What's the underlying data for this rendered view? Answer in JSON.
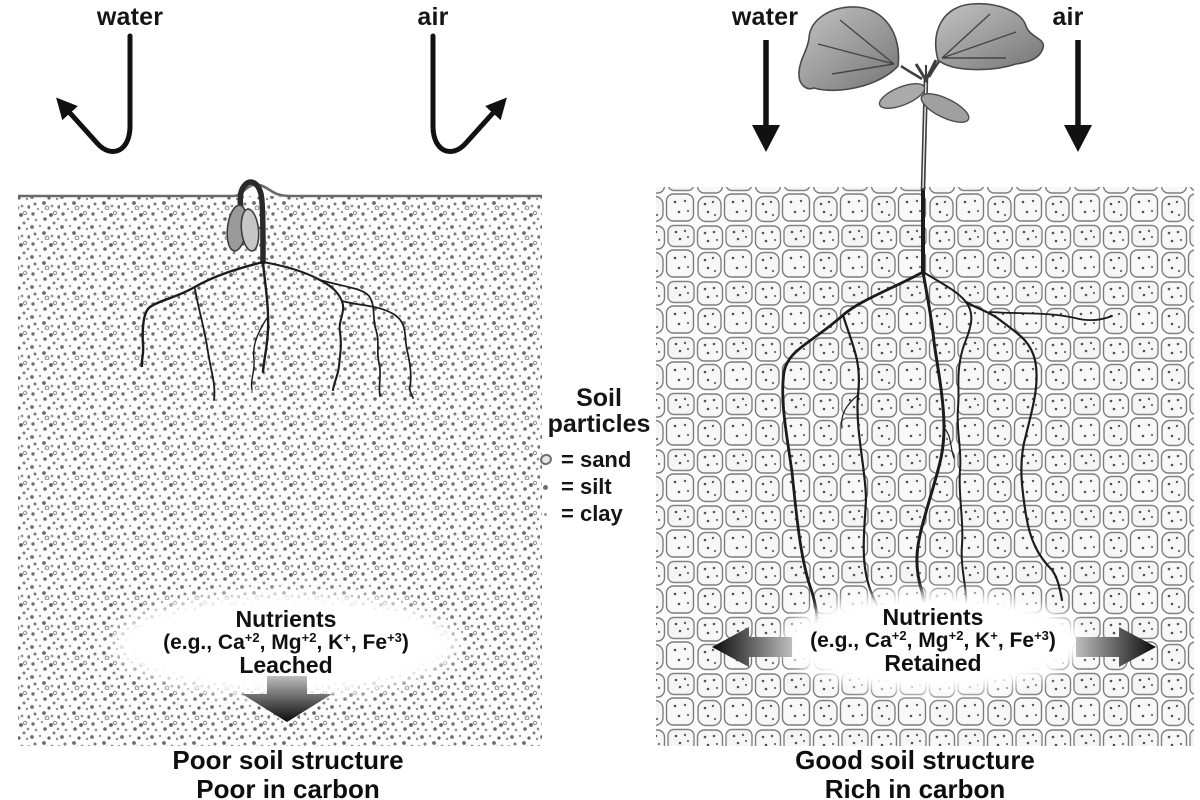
{
  "figure": {
    "left_panel": {
      "water_label": "water",
      "air_label": "air",
      "nutrients": {
        "title": "Nutrients",
        "ions": {
          "pre": "(e.g., Ca",
          "sup1": "+2",
          "mid1": ", Mg",
          "sup2": "+2",
          "mid2": ", K",
          "sup3": "+",
          "mid3": ", Fe",
          "sup4": "+3",
          "post": ")"
        },
        "fate": "Leached"
      },
      "caption_line1": "Poor soil structure",
      "caption_line2": "Poor in carbon"
    },
    "right_panel": {
      "water_label": "water",
      "air_label": "air",
      "nutrients": {
        "title": "Nutrients",
        "ions": {
          "pre": "(e.g., Ca",
          "sup1": "+2",
          "mid1": ", Mg",
          "sup2": "+2",
          "mid2": ", K",
          "sup3": "+",
          "mid3": ", Fe",
          "sup4": "+3",
          "post": ")"
        },
        "fate": "Retained"
      },
      "caption_line1": "Good soil structure",
      "caption_line2": "Rich in carbon"
    },
    "legend": {
      "title_line1": "Soil",
      "title_line2": "particles",
      "items": [
        {
          "symbol": "sand-particle-icon",
          "label": "= sand"
        },
        {
          "symbol": "silt-particle-icon",
          "label": "= silt"
        },
        {
          "symbol": "clay-particle-icon",
          "label": "= clay"
        }
      ]
    },
    "colors": {
      "ink": "#151515",
      "soil_line_gray": "#7f7f7f",
      "arrow_gradient_light": "#bdbdbd",
      "arrow_gradient_dark": "#0a0a0a"
    }
  }
}
